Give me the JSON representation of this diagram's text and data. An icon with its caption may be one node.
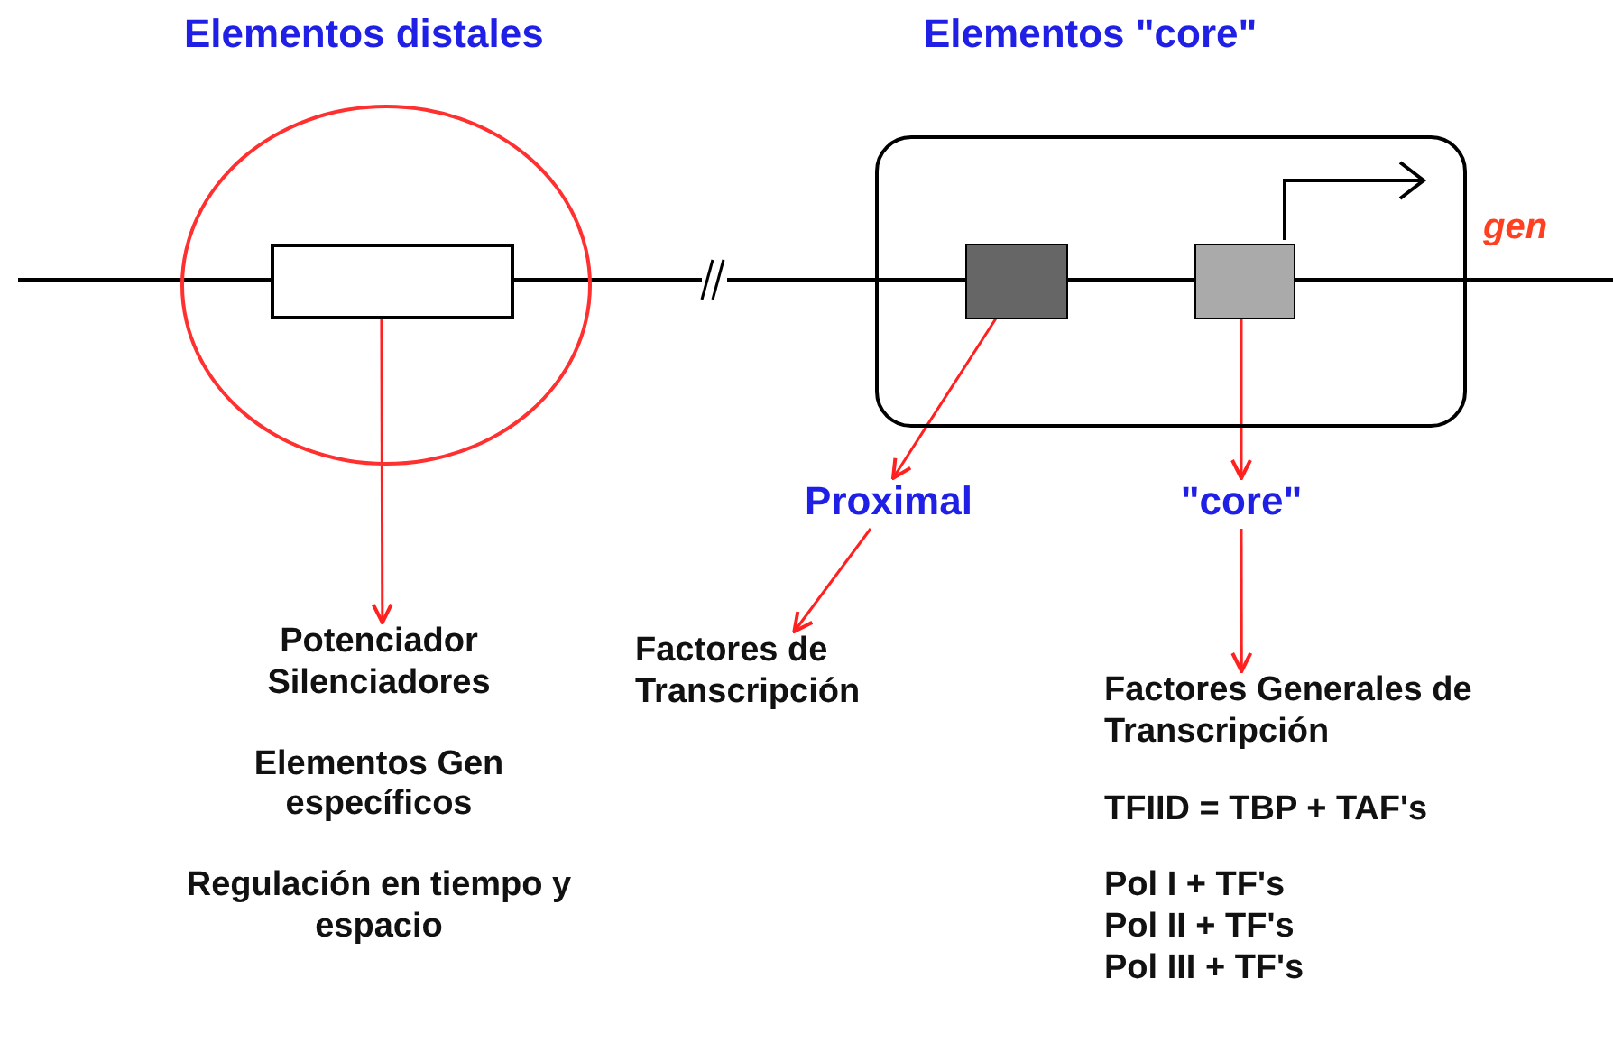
{
  "diagram": {
    "nodes": [
      {
        "text": [],
        "shape": "circle"
      },
      {
        "text": [],
        "shape": "box",
        "in": 0
      },
      {
        "text": [],
        "shape": "box"
      },
      {
        "text": [],
        "shape": "box",
        "in": 2
      },
      {
        "text": [],
        "shape": "box",
        "in": 2
      },
      {
        "text": [
          "Proximal"
        ]
      },
      {
        "text": [
          "\"core\""
        ]
      },
      {
        "text": [
          "Potenciador Silenciadores",
          "Elementos Gen específicos",
          "Regulación en tiempo y espacio"
        ]
      },
      {
        "text": [
          "Factores de Transcripción"
        ]
      },
      {
        "text": [
          "Factores Generales de Transcripción",
          "TFIID = TBP + TAF's",
          "Pol I + TF's Pol II + TF's Pol III + TF's"
        ]
      }
    ],
    "edges": [
      {
        "from": 1,
        "to": 7,
        "arrow": "to"
      },
      {
        "from": 3,
        "to": 5,
        "arrow": "to"
      },
      {
        "from": 4,
        "to": 6,
        "arrow": "to"
      },
      {
        "from": 5,
        "to": 8,
        "arrow": "to"
      },
      {
        "from": 6,
        "to": 9,
        "arrow": "to"
      }
    ],
    "labels": [
      "Elementos distales",
      "Elementos \"core\"",
      "gen"
    ]
  }
}
